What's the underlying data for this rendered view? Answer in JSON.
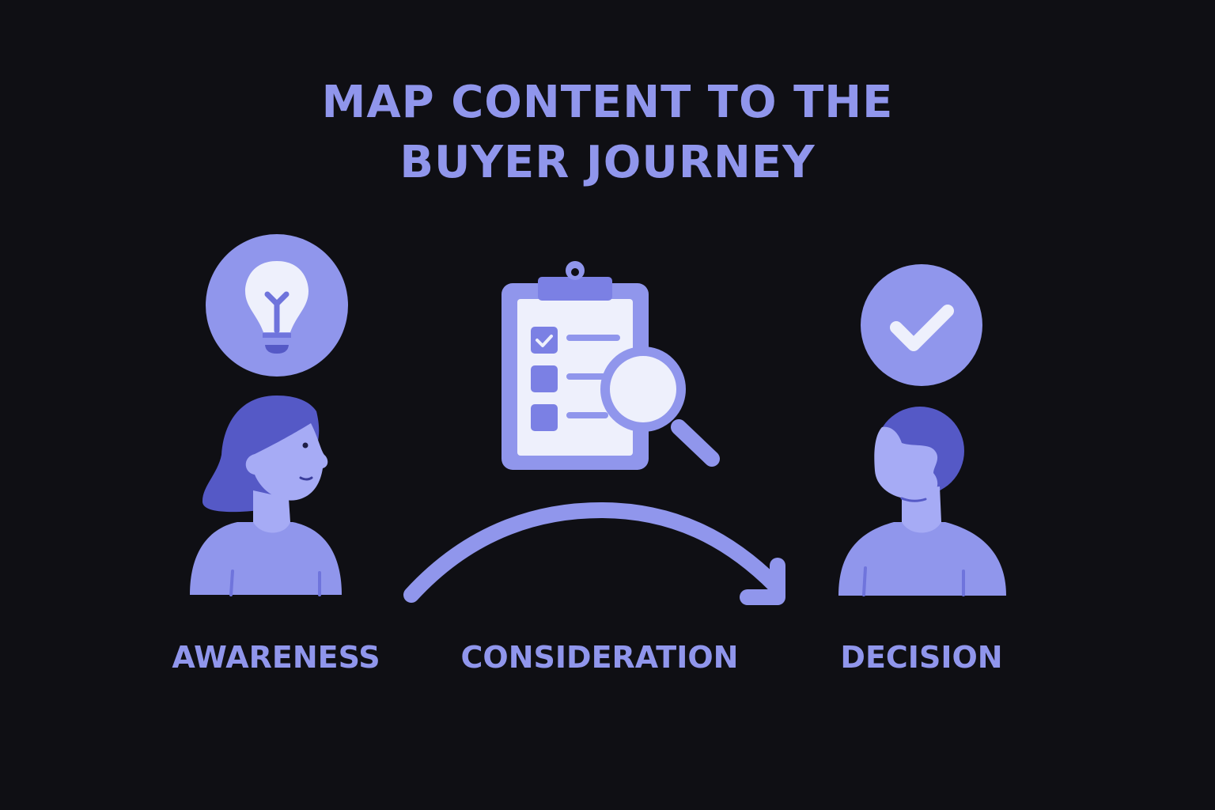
{
  "title": {
    "line1": "MAP CONTENT TO THE",
    "line2": "BUYER JOURNEY"
  },
  "stages": [
    {
      "label": "AWARENESS",
      "icon": "lightbulb-icon",
      "figure": "woman-avatar"
    },
    {
      "label": "CONSIDERATION",
      "icon": "clipboard-search-icon",
      "figure": "journey-arrow"
    },
    {
      "label": "DECISION",
      "icon": "checkmark-circle-icon",
      "figure": "man-avatar"
    }
  ],
  "colors": {
    "background": "#0f0f14",
    "accent": "#9096ec",
    "accent_dark": "#5559c6",
    "skin": "#a6abf5",
    "paper": "#eef0fc"
  }
}
